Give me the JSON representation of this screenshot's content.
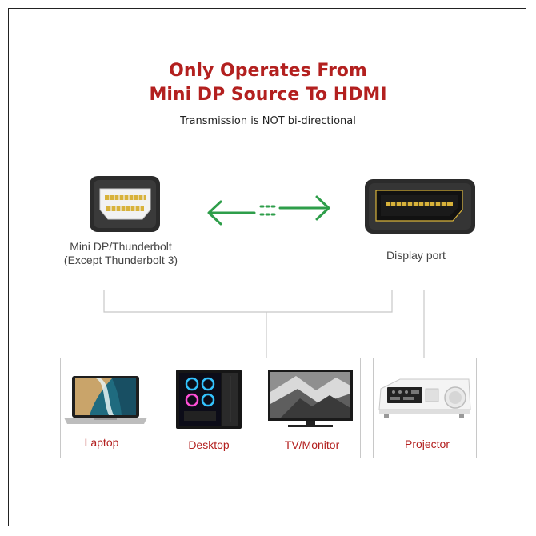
{
  "heading": {
    "line1": "Only Operates From",
    "line2": "Mini DP Source To HDMI",
    "subtitle": "Transmission is NOT bi-directional"
  },
  "source": {
    "label_line1": "Mini DP/Thunderbolt",
    "label_line2": "(Except Thunderbolt 3)"
  },
  "target": {
    "label": "Display port"
  },
  "devices": [
    {
      "label": "Laptop",
      "icon": "laptop-icon"
    },
    {
      "label": "Desktop",
      "icon": "desktop-icon"
    },
    {
      "label": "TV/Monitor",
      "icon": "monitor-icon"
    },
    {
      "label": "Projector",
      "icon": "projector-icon"
    }
  ],
  "colors": {
    "accent": "#b3201f",
    "arrow": "#2e9e4a",
    "connector": "#2b2b2b",
    "pins": "#d8b23a"
  }
}
